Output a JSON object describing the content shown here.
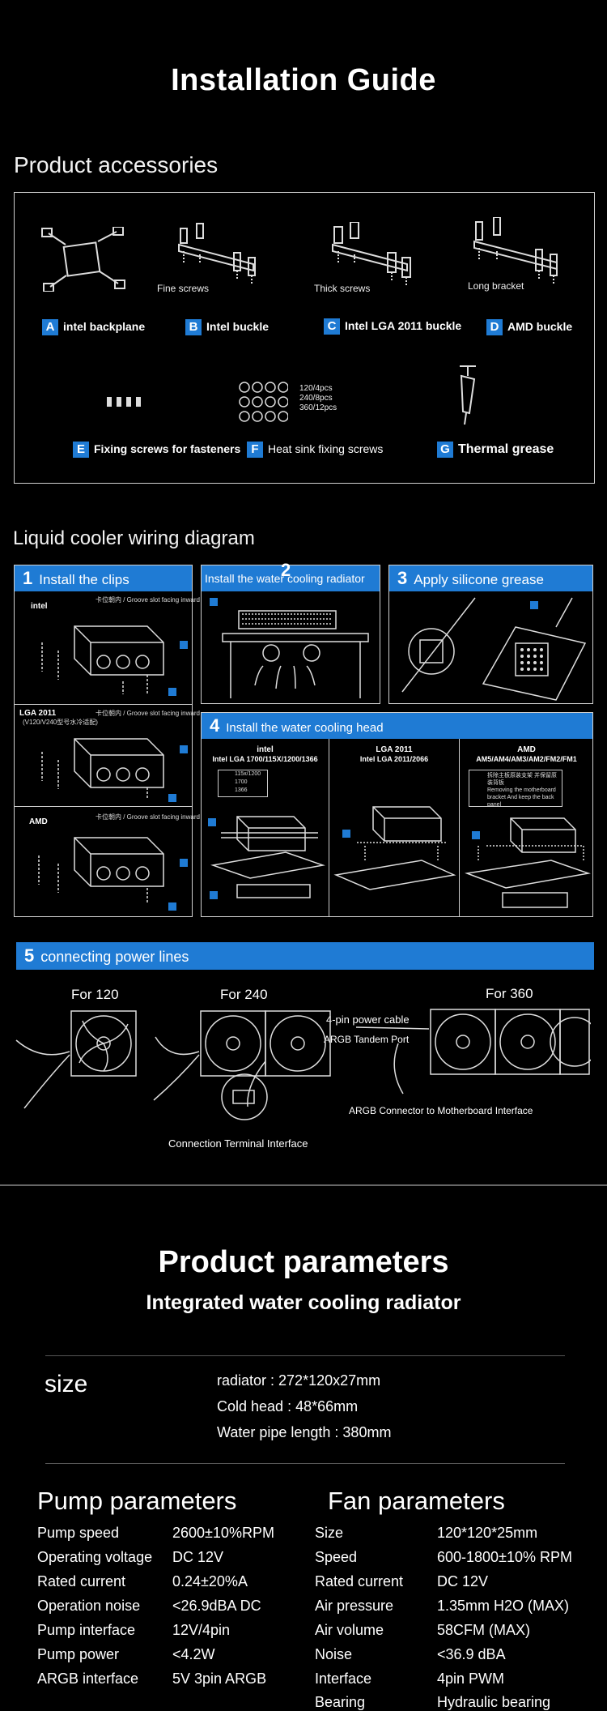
{
  "header": {
    "title": "Installation Guide"
  },
  "accessories": {
    "title": "Product accessories",
    "items": [
      {
        "letter": "A",
        "label": "intel backplane"
      },
      {
        "letter": "B",
        "label": "Intel buckle",
        "sub": "Fine screws"
      },
      {
        "letter": "C",
        "label": "Intel LGA 2011 buckle",
        "sub": "Thick screws"
      },
      {
        "letter": "D",
        "label": "AMD buckle",
        "sub": "Long bracket"
      },
      {
        "letter": "E",
        "label": "Fixing screws for fasteners"
      },
      {
        "letter": "F",
        "label": "Heat sink fixing screws",
        "qty": [
          "120/4pcs",
          "240/8pcs",
          "360/12pcs"
        ]
      },
      {
        "letter": "G",
        "label": "Thermal grease"
      }
    ]
  },
  "wiring": {
    "title": "Liquid cooler wiring diagram",
    "step1": {
      "num": "1",
      "label": "Install the clips",
      "platforms": [
        "intel",
        "LGA 2011",
        "AMD"
      ],
      "lga_note": "(V120/V240型号水冷适配)",
      "groove_note": "卡位朝内 / Groove slot facing inward"
    },
    "step2": {
      "num": "2",
      "label": "Install the water cooling radiator"
    },
    "step3": {
      "num": "3",
      "label": "Apply silicone grease"
    },
    "step4": {
      "num": "4",
      "label": "Install the water cooling head",
      "cols": [
        {
          "name": "intel",
          "sockets": "Intel LGA 1700/115X/1200/1366"
        },
        {
          "name": "LGA 2011",
          "sockets": "Intel LGA 2011/2066"
        },
        {
          "name": "AMD",
          "sockets": "AM5/AM4/AM3/AM2/FM2/FM1"
        }
      ],
      "intel_codes": [
        "115x/1200",
        "1700",
        "1366"
      ],
      "amd_note_cn": "拆除主板原装支架 并保留原装背板",
      "amd_note_en": "Removing the motherboard bracket And keep the back panel"
    },
    "step5": {
      "num": "5",
      "label": "connecting power lines",
      "for120": "For 120",
      "for240": "For 240",
      "for360": "For 360",
      "cable": "4-pin power cable",
      "argb_port": "ARGB Tandem Port",
      "argb_conn": "ARGB Connector to Motherboard Interface",
      "terminal": "Connection Terminal Interface"
    }
  },
  "params": {
    "title": "Product parameters",
    "subtitle": "Integrated water cooling radiator",
    "size_label": "size",
    "size_lines": [
      "radiator : 272*120x27mm",
      "Cold head :  48*66mm",
      "Water pipe length : 380mm"
    ],
    "pump": {
      "title": "Pump parameters",
      "rows": [
        [
          "Pump speed",
          "2600±10%RPM"
        ],
        [
          "Operating voltage",
          "DC 12V"
        ],
        [
          "Rated current",
          "0.24±20%A"
        ],
        [
          "Operation noise",
          "<26.9dBA DC"
        ],
        [
          "Pump interface",
          "12V/4pin"
        ],
        [
          "Pump power",
          "<4.2W"
        ],
        [
          "ARGB interface",
          "5V 3pin ARGB"
        ]
      ]
    },
    "fan": {
      "title": "Fan parameters",
      "rows": [
        [
          "Size",
          "120*120*25mm"
        ],
        [
          "Speed",
          "600-1800±10% RPM"
        ],
        [
          "Rated current",
          "DC 12V"
        ],
        [
          "Air pressure",
          "1.35mm H2O (MAX)"
        ],
        [
          "Air volume",
          "58CFM (MAX)"
        ],
        [
          "Noise",
          "<36.9 dBA"
        ],
        [
          "Interface",
          "4pin PWM"
        ],
        [
          "Bearing",
          "Hydraulic bearing"
        ]
      ]
    }
  },
  "colors": {
    "accent": "#1f7bd4",
    "background": "#000000"
  }
}
